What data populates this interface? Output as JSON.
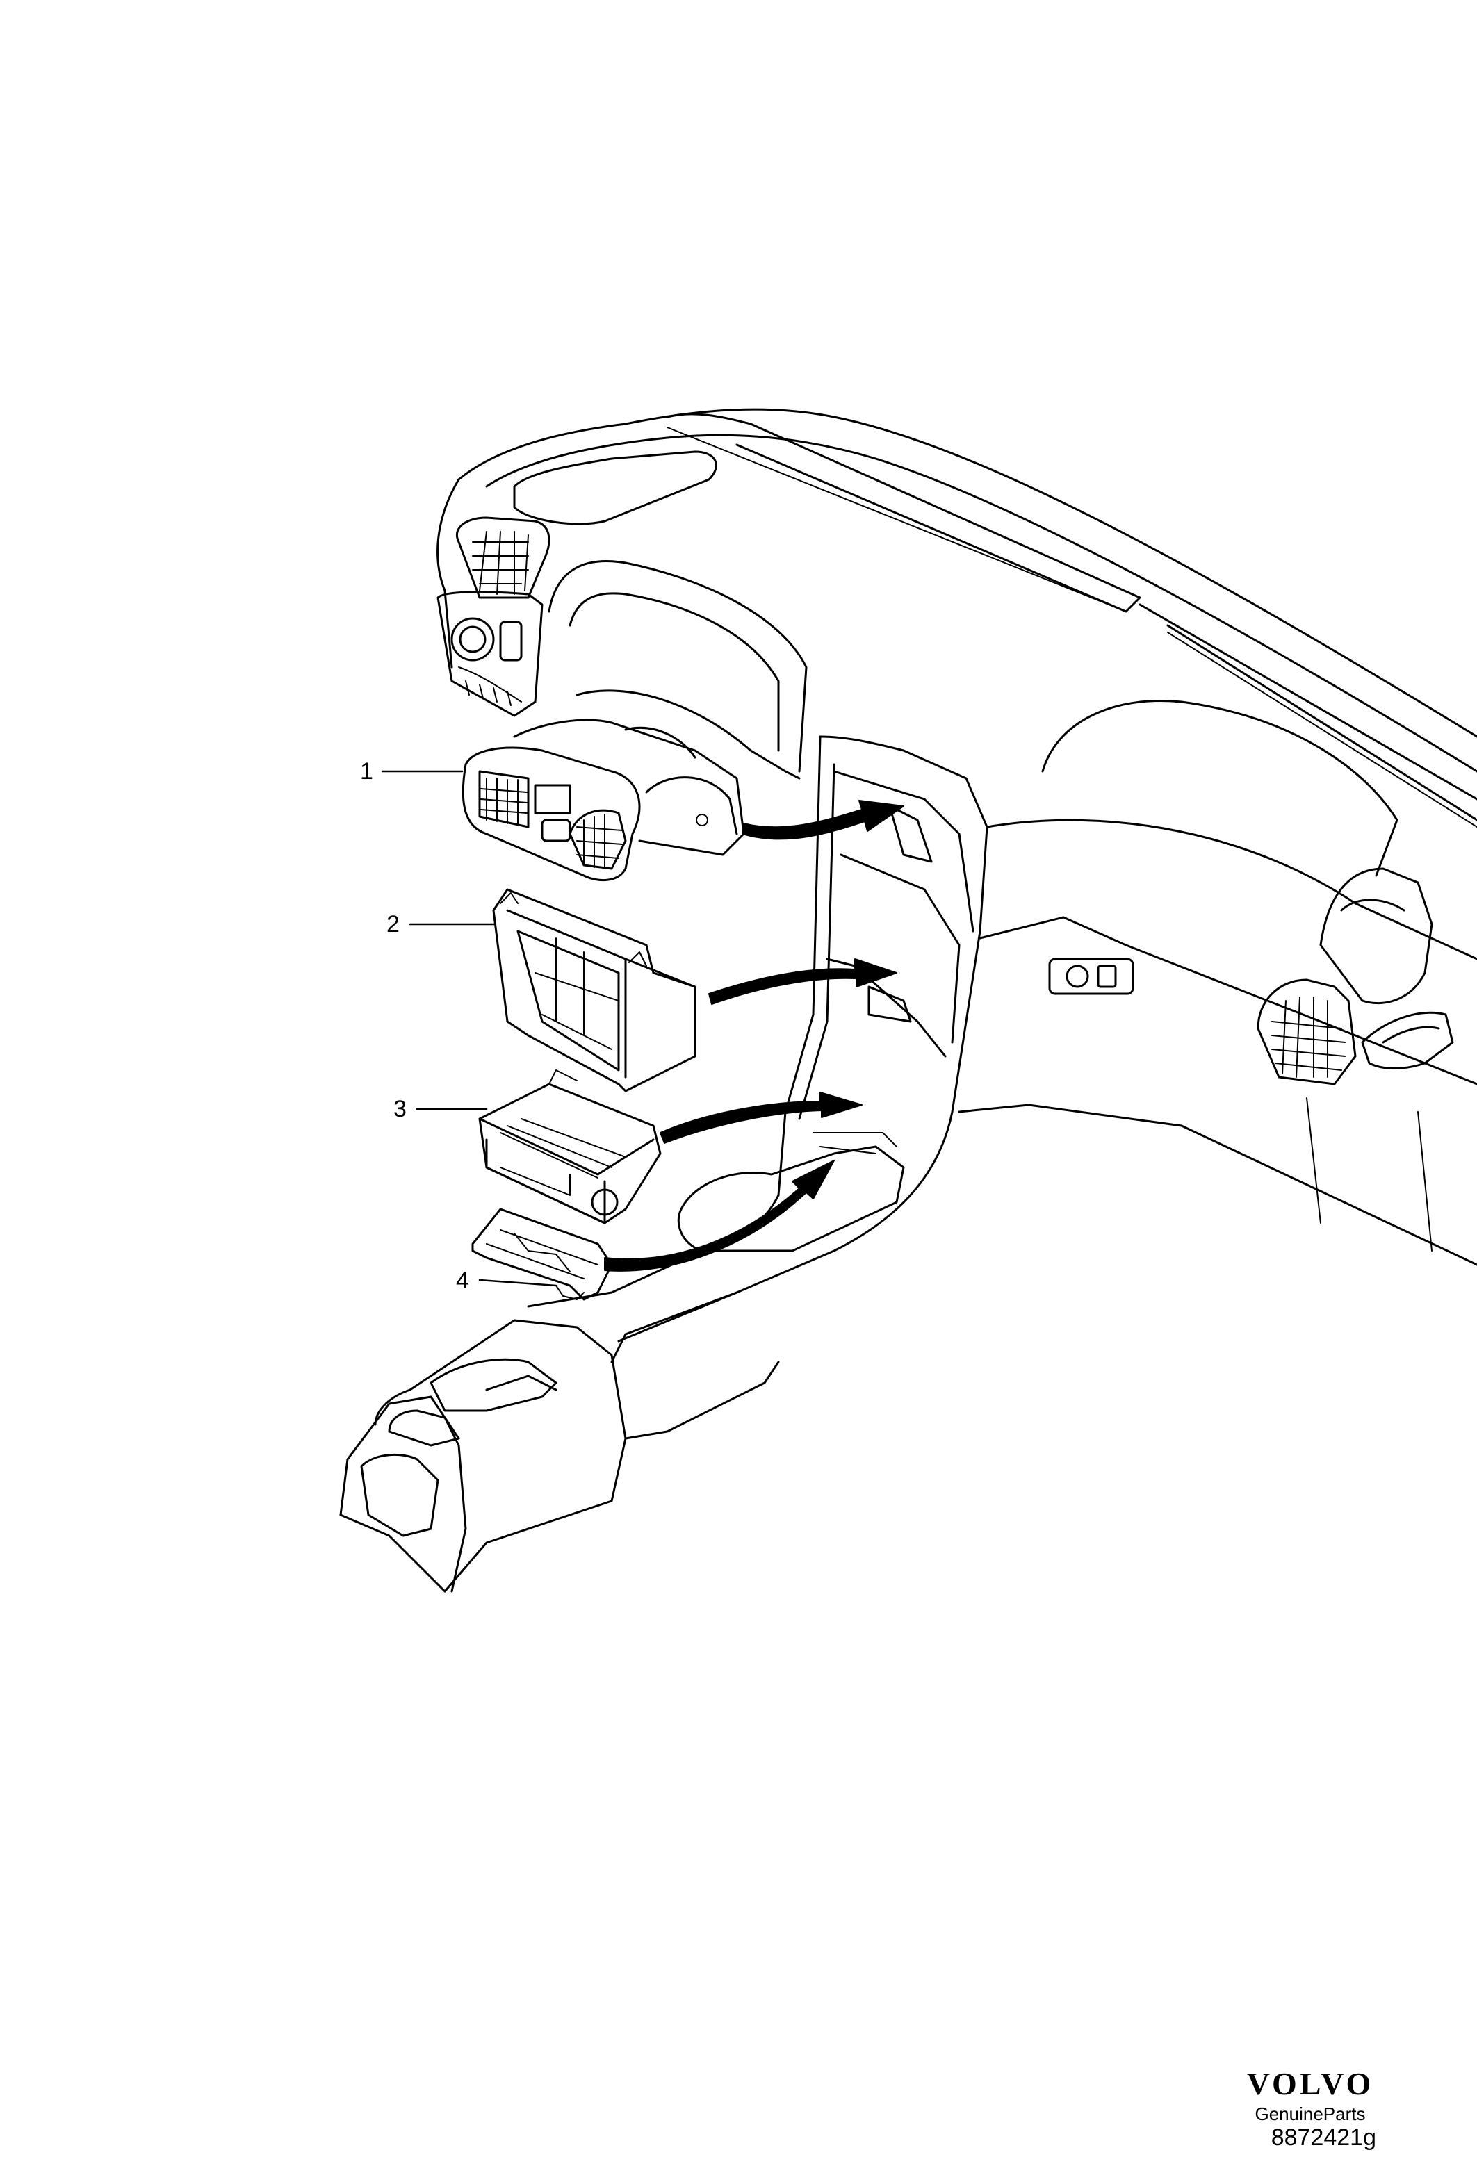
{
  "callouts": [
    {
      "id": "1",
      "label": "1"
    },
    {
      "id": "2",
      "label": "2"
    },
    {
      "id": "3",
      "label": "3"
    },
    {
      "id": "4",
      "label": "4"
    }
  ],
  "brand": {
    "logo_text": "VOLVO",
    "sub_text": "GenuineParts"
  },
  "figure_number": "8872421g",
  "colors": {
    "line": "#000000",
    "background": "#ffffff"
  }
}
